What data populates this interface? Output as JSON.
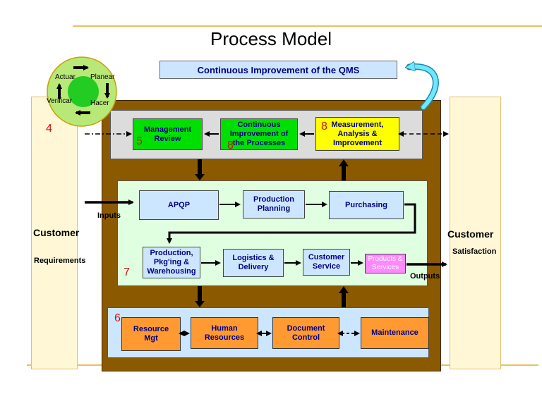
{
  "title": "Process Model",
  "banner": "Continuous Improvement of the QMS",
  "pdca": {
    "top_left": "Actuar",
    "top_right": "Planear",
    "bottom_left": "Verificar",
    "bottom_right": "Hacer"
  },
  "left_side": {
    "heading": "Customer",
    "subtext": "Requirements",
    "number": "4"
  },
  "right_side": {
    "heading": "Customer",
    "subtext": "Satisfaction"
  },
  "top_row": {
    "management_review": "Management\nReview",
    "continuous_improvement": "Continuous\nImprovement of\nthe Processes",
    "measurement": "Measurement,\nAnalysis &\nImprovement",
    "num_5": "5",
    "num_8a": "8",
    "num_8b": "8"
  },
  "middle": {
    "apqp": "APQP",
    "production_planning": "Production\nPlanning",
    "purchasing": "Purchasing",
    "production": "Production,\nPkg'ing &\nWarehousing",
    "logistics": "Logistics &\nDelivery",
    "customer_service": "Customer\nService",
    "products_services": "Products &\nServices",
    "inputs": "Inputs",
    "outputs": "Outputs",
    "num_7": "7"
  },
  "bottom_row": {
    "resource_mgt": "Resource\nMgt",
    "human_resources": "Human\nResources",
    "document_control": "Document\nControl",
    "maintenance": "Maintenance",
    "num_6": "6"
  },
  "colors": {
    "frame": "#8b5a00",
    "panel_grey": "#dcdcdc",
    "panel_green": "#e0ffe0",
    "panel_blue": "#cde6ff",
    "customer_panel": "#fff7d6",
    "accent_line": "#c8a000"
  }
}
